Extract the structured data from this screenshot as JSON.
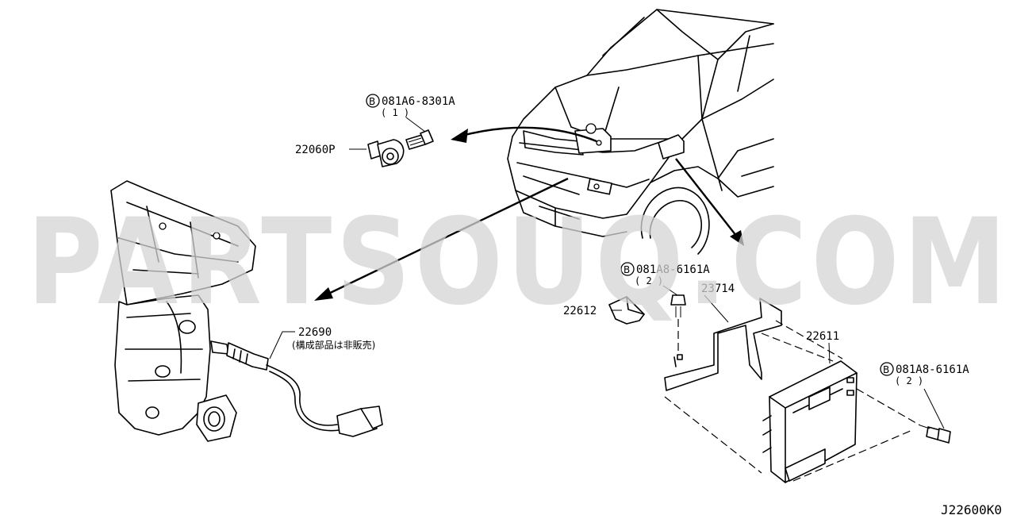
{
  "diagram_code": "J22600K0",
  "watermark": "PARTSOUQ.COM",
  "bolt_marker": "B",
  "callouts": {
    "knock_sensor_bolt": {
      "part_no": "081A6-8301A",
      "qty": "( 1 )"
    },
    "knock_sensor": {
      "part_no": "22060P"
    },
    "bracket_bolt": {
      "part_no": "081A8-6161A",
      "qty": "( 2 )"
    },
    "ecm_bracket": {
      "part_no": "23714"
    },
    "cover": {
      "part_no": "22612"
    },
    "ecm": {
      "part_no": "22611"
    },
    "ecm_bolt": {
      "part_no": "081A8-6161A",
      "qty": "( 2 )"
    },
    "oxygen_sensor": {
      "part_no": "22690",
      "note": "(構成部品は非販売)"
    }
  }
}
